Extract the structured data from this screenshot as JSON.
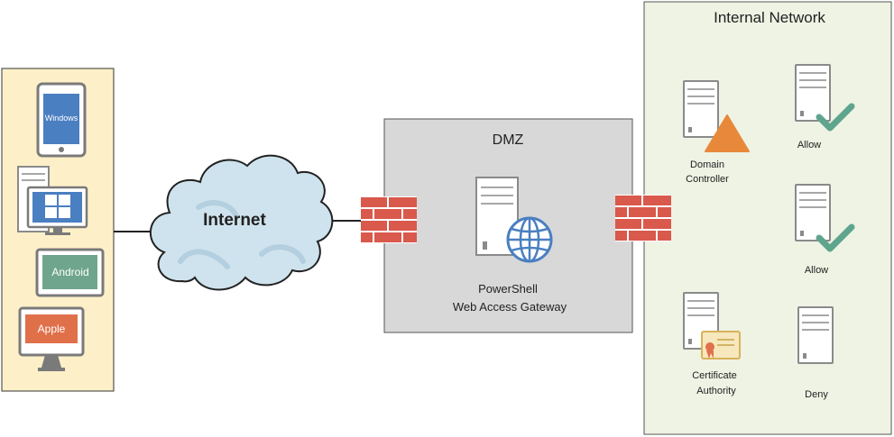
{
  "zones": {
    "dmz": {
      "label": "DMZ"
    },
    "internal": {
      "label": "Internal Network"
    }
  },
  "internet": {
    "label": "Internet"
  },
  "clients": {
    "tablet": {
      "label": "Windows"
    },
    "android": {
      "label": "Android"
    },
    "apple": {
      "label": "Apple"
    }
  },
  "gateway": {
    "line1": "PowerShell",
    "line2": "Web Access Gateway"
  },
  "servers": {
    "domain_controller": {
      "line1": "Domain",
      "line2": "Controller"
    },
    "allow_1": {
      "label": "Allow"
    },
    "allow_2": {
      "label": "Allow"
    },
    "certificate_authority": {
      "line1": "Certificate",
      "line2": "Authority"
    },
    "deny": {
      "label": "Deny"
    }
  },
  "colors": {
    "clients_bg": "#fdf0c8",
    "internal_bg": "#eef3e4",
    "dmz_bg": "#d8d8d8",
    "firewall": "#d9594c",
    "screen_blue": "#4a7fc1",
    "android_green": "#6fa58c",
    "apple_orange": "#e0704a",
    "check_teal": "#5fa58e",
    "warning_orange": "#e8883a"
  }
}
